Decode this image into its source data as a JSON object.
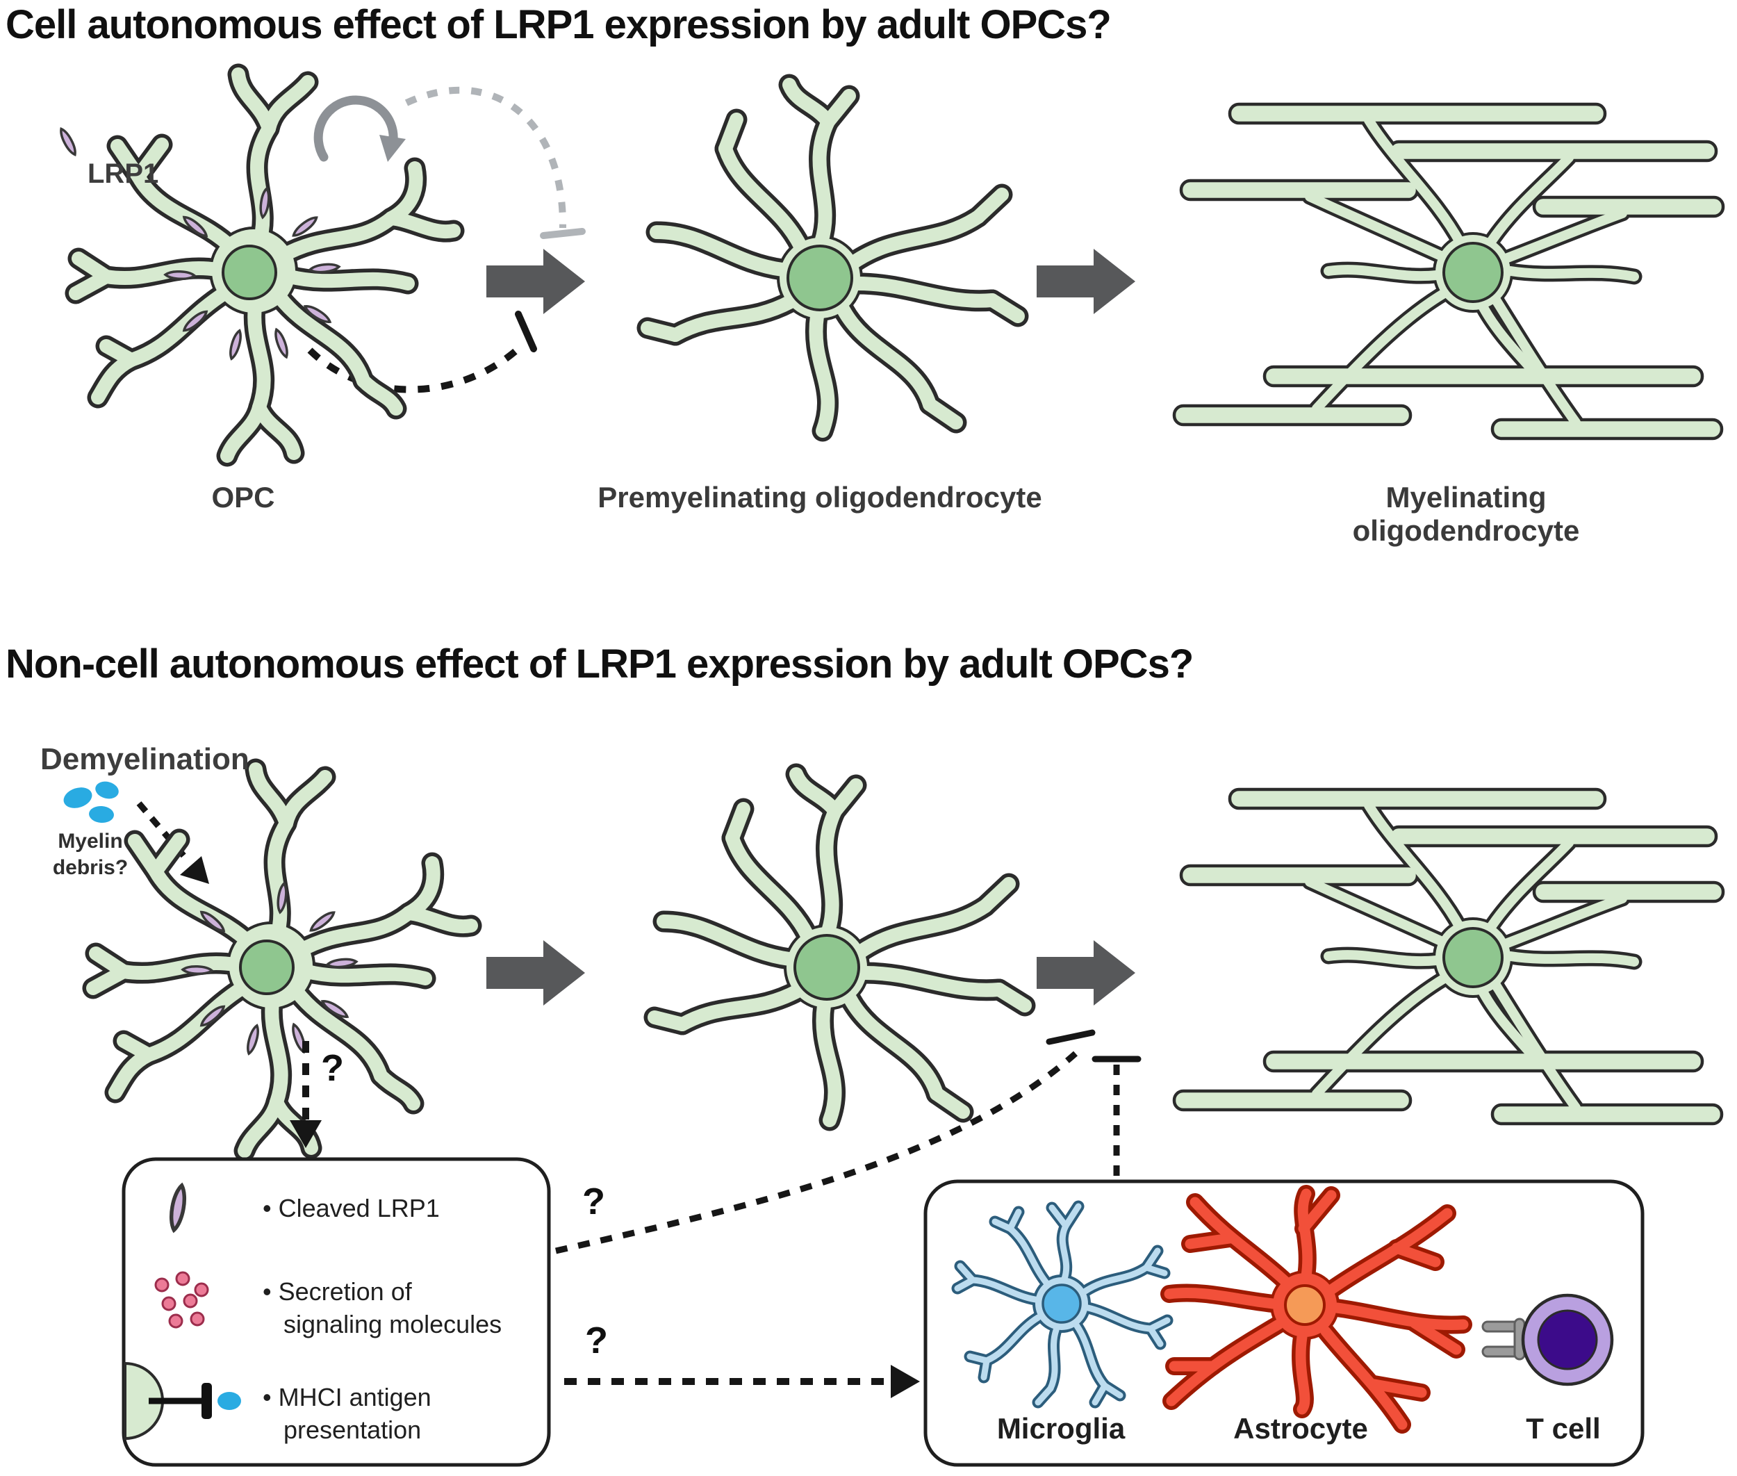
{
  "colors": {
    "cell_green": "#d7ead0",
    "nucleus_green": "#8fc68f",
    "outline_dark": "#2b2b2b",
    "lrp1_purple": "#cdb2da",
    "block_arrow_gray": "#57585a",
    "loop_arrow_gray": "#8d9196",
    "dashed_gray": "#b0b4b8",
    "myelin_debris_blue": "#29abe2",
    "signaling_pink": "#ec7b97",
    "microglia_blue": "#bcdcef",
    "microglia_nucleus_blue": "#58b6e8",
    "astrocyte_red": "#f2503a",
    "astrocyte_nucleus_orange": "#f59a57",
    "tcell_purple": "#b9a0e0",
    "tcell_nucleus_purple": "#3c0b8a"
  },
  "section1": {
    "title": "Cell autonomous effect of LRP1 expression by adult OPCs?",
    "lrp1_label": "LRP1",
    "cell_labels": {
      "opc": "OPC",
      "premyelinating": "Premyelinating oligodendrocyte",
      "myelinating": "Myelinating oligodendrocyte"
    }
  },
  "section2": {
    "title": "Non-cell autonomous effect of LRP1 expression by adult OPCs?",
    "demyelination_label": "Demyelination",
    "myelin_debris_label": "Myelin\ndebris?",
    "question_mark": "?",
    "mechanism_box": {
      "items": [
        "• Cleaved LRP1",
        "• Secretion of\nsignaling molecules",
        "• MHCI antigen\npresentation"
      ]
    },
    "glia_box": {
      "labels": [
        "Microglia",
        "Astrocyte",
        "T cell"
      ]
    }
  }
}
